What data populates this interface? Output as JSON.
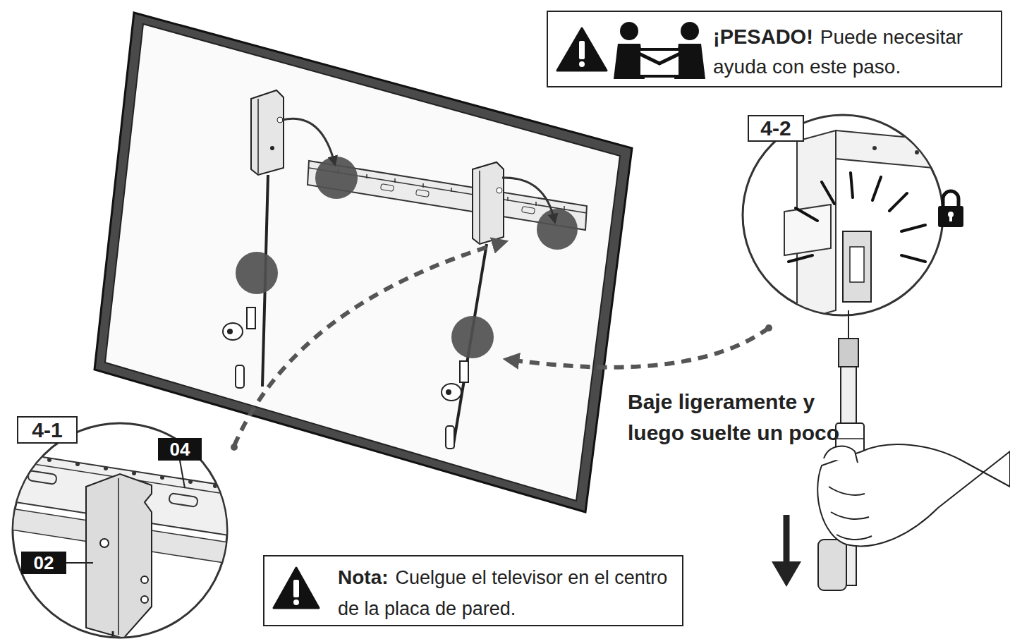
{
  "diagram": {
    "nodes": [
      {
        "text": [
          "¡PESADO!",
          "Puede necesitar ayuda con este paso."
        ]
      },
      {
        "text": [
          "4-2"
        ]
      },
      {
        "text": [
          "4-1"
        ]
      },
      {
        "text": [
          "04"
        ]
      },
      {
        "text": [
          "02"
        ]
      },
      {
        "text": [
          "Nota:",
          "Cuelgue el televisor en el centro de la placa de pared."
        ]
      }
    ],
    "labels": [
      "Baje ligeramente y luego suelte un poco"
    ]
  }
}
